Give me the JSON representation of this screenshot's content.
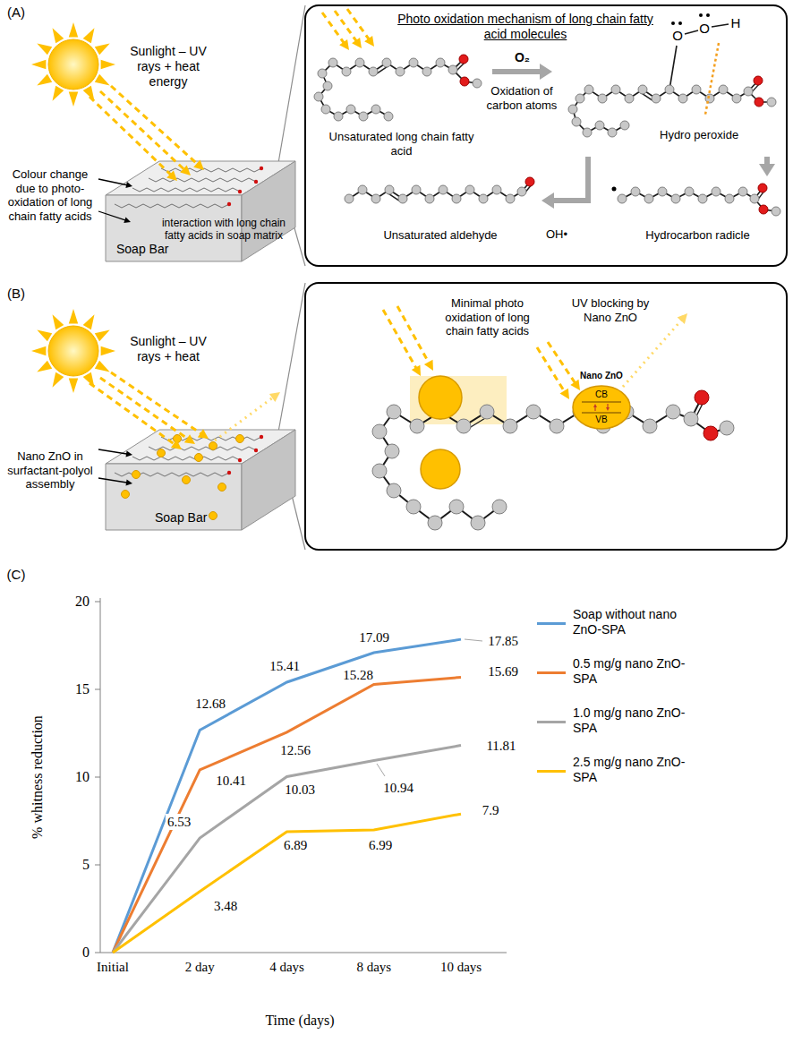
{
  "diagram": {
    "nodes": [
      {
        "text": [
          "Soap Bar"
        ]
      },
      {
        "text": [
          "Photo oxidation mechanism of long chain fatty acid molecules"
        ]
      },
      {
        "text": [
          "Unsaturated long chain fatty acid"
        ],
        "in": 1
      },
      {
        "text": [
          "Hydro peroxide"
        ],
        "in": 1
      },
      {
        "text": [
          "Unsaturated aldehyde"
        ],
        "in": 1
      },
      {
        "text": [
          "Hydrocarbon radicle"
        ],
        "in": 1
      },
      {
        "text": [
          "Soap Bar"
        ]
      },
      {
        "text": [
          "Minimal photo oxidation of long chain fatty acids",
          "UV blocking by Nano ZnO"
        ]
      },
      {
        "text": [
          "Nano ZnO",
          "CB",
          "VB"
        ],
        "in": 7
      }
    ],
    "edges": [
      {
        "from": 2,
        "to": 3,
        "arrow": "to",
        "label": "O₂"
      },
      {
        "from": 3,
        "to": 4,
        "arrow": "to"
      },
      {
        "from": 3,
        "to": 5,
        "arrow": "to"
      }
    ],
    "labels": [
      "(A)",
      "Sunlight – UV rays + heat energy",
      "Colour change due to photo-oxidation of long chain fatty acids",
      "interaction with long chain fatty acids in soap matrix",
      "Oxidation of carbon atoms",
      "O",
      "O",
      "H",
      "OH•",
      "(B)",
      "Sunlight – UV rays + heat",
      "Nano ZnO in surfactant-polyol assembly",
      "(C)",
      "% whitness reduction",
      "0",
      "5",
      "10",
      "15",
      "20",
      "Initial",
      "2 day",
      "4 days",
      "8 days",
      "10 days",
      "Time (days)",
      "12.68",
      "15.41",
      "17.09",
      "17.85",
      "10.41",
      "12.56",
      "15.28",
      "15.69",
      "6.53",
      "10.03",
      "10.94",
      "11.81",
      "3.48",
      "6.89",
      "6.99",
      "7.9"
    ],
    "legend": [
      {
        "text": "Soap without nano ZnO-SPA",
        "color": "#5B9BD5"
      },
      {
        "text": "0.5 mg/g nano ZnO-SPA",
        "color": "#ED7D31"
      },
      {
        "text": "1.0 mg/g nano ZnO-SPA",
        "color": "#A5A5A5"
      },
      {
        "text": "2.5 mg/g nano ZnO-SPA",
        "color": "#FFC000"
      }
    ]
  }
}
